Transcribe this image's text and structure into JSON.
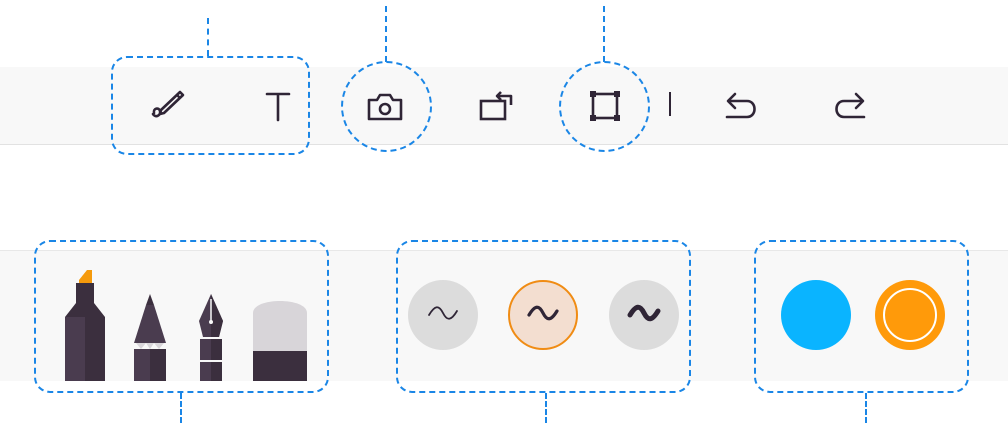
{
  "top_toolbar": {
    "tools": [
      {
        "id": "draw",
        "icon": "pen-tool-icon"
      },
      {
        "id": "text",
        "icon": "text-tool-icon"
      },
      {
        "id": "camera",
        "icon": "camera-icon"
      },
      {
        "id": "rotate",
        "icon": "rotate-icon"
      },
      {
        "id": "crop",
        "icon": "crop-frame-icon"
      },
      {
        "id": "undo",
        "icon": "undo-icon"
      },
      {
        "id": "redo",
        "icon": "redo-icon"
      }
    ]
  },
  "bottom_toolbar": {
    "pens": [
      {
        "id": "marker",
        "icon": "marker-icon",
        "tip_color": "#f59a0c"
      },
      {
        "id": "pencil",
        "icon": "pencil-icon"
      },
      {
        "id": "fountain_pen",
        "icon": "fountain-pen-icon"
      },
      {
        "id": "eraser",
        "icon": "eraser-icon"
      }
    ],
    "stroke_widths": [
      {
        "id": "thin",
        "icon": "thin-stroke-icon",
        "selected": false
      },
      {
        "id": "medium",
        "icon": "medium-stroke-icon",
        "selected": true
      },
      {
        "id": "thick",
        "icon": "thick-stroke-icon",
        "selected": false
      }
    ],
    "colors": [
      {
        "id": "blue",
        "hex": "#0ab4ff",
        "selected": false
      },
      {
        "id": "orange",
        "hex": "#ff9a0a",
        "selected": true
      }
    ]
  },
  "theme": {
    "accent": "#1a86e6",
    "icon_color": "#2f2536",
    "selection": "#f08c14"
  }
}
